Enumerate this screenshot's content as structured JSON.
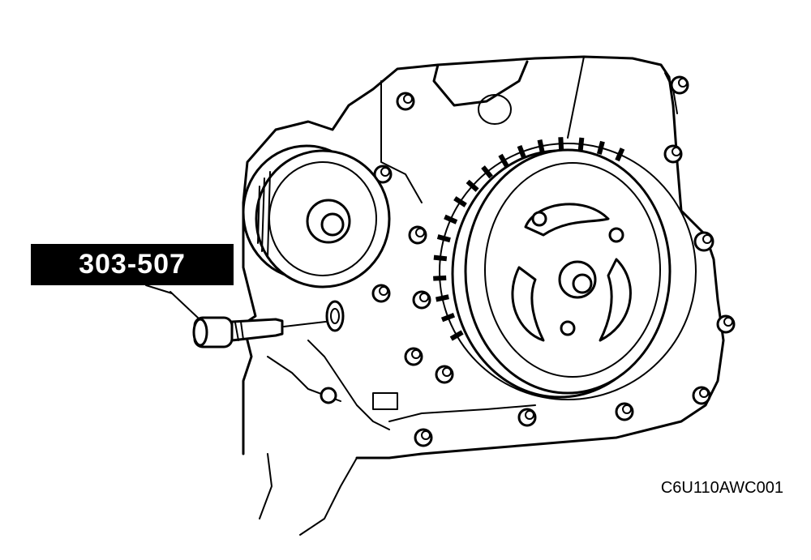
{
  "tool_label": "303-507",
  "figure_code": "C6U110AWC001",
  "icons": [
    "engine-front-cover",
    "idler-pulley",
    "crankshaft-pulley",
    "special-tool-bolt"
  ]
}
